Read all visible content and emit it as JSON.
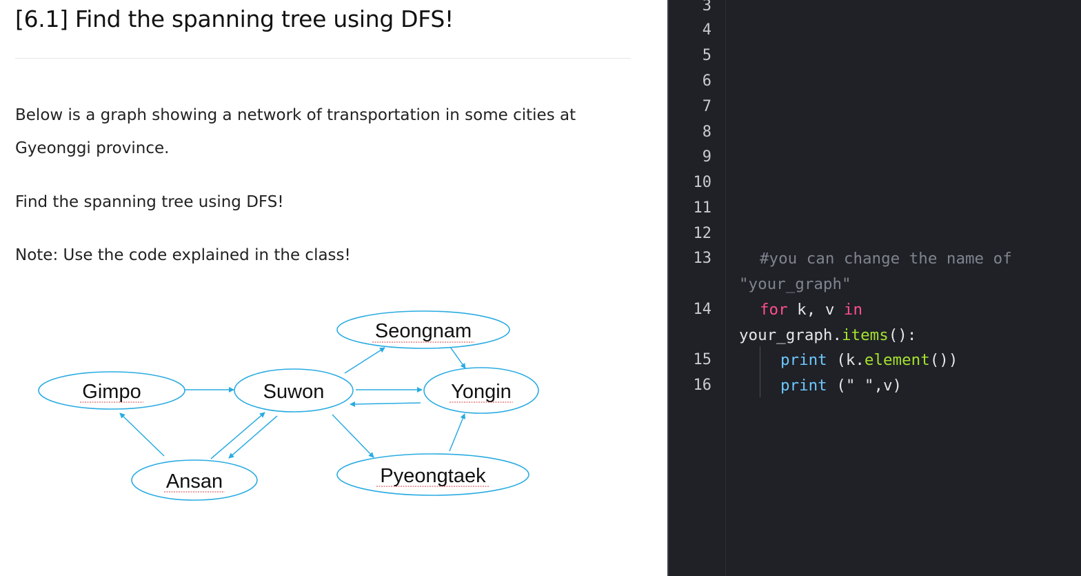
{
  "problem": {
    "title": "[6.1] Find the spanning tree using DFS!",
    "line1": "Below is a graph showing a network of transportation in some cities at",
    "line2": "Gyeonggi province.",
    "line3": "Find the spanning tree using DFS!",
    "line4": "Note: Use the code explained in the class!"
  },
  "graph": {
    "nodes": {
      "seongnam": "Seongnam",
      "gimpo": "Gimpo",
      "suwon": "Suwon",
      "yongin": "Yongin",
      "ansan": "Ansan",
      "pyeongtaek": "Pyeongtaek"
    },
    "edge_color": "#29abe2"
  },
  "editor": {
    "line_numbers": [
      "3",
      "4",
      "5",
      "6",
      "7",
      "8",
      "9",
      "10",
      "11",
      "12",
      "13",
      "14",
      "15",
      "16"
    ],
    "comment": "#you can change the name of",
    "comment_cont": "\"your_graph\"",
    "for_kw": "for",
    "for_vars": " k, v ",
    "in_kw": "in",
    "items_obj": "your_graph.",
    "items_method": "items",
    "items_tail": "():",
    "print1_fn": "print",
    "print1_a": " (k.",
    "print1_method": "element",
    "print1_b": "())",
    "print2_fn": "print",
    "print2_args": " (\" \",v)",
    "colors": {
      "background": "#1f2127",
      "keyword": "#ff4f8b",
      "function": "#6fc7ff",
      "method": "#a6e22e",
      "comment": "#7f848e"
    }
  }
}
